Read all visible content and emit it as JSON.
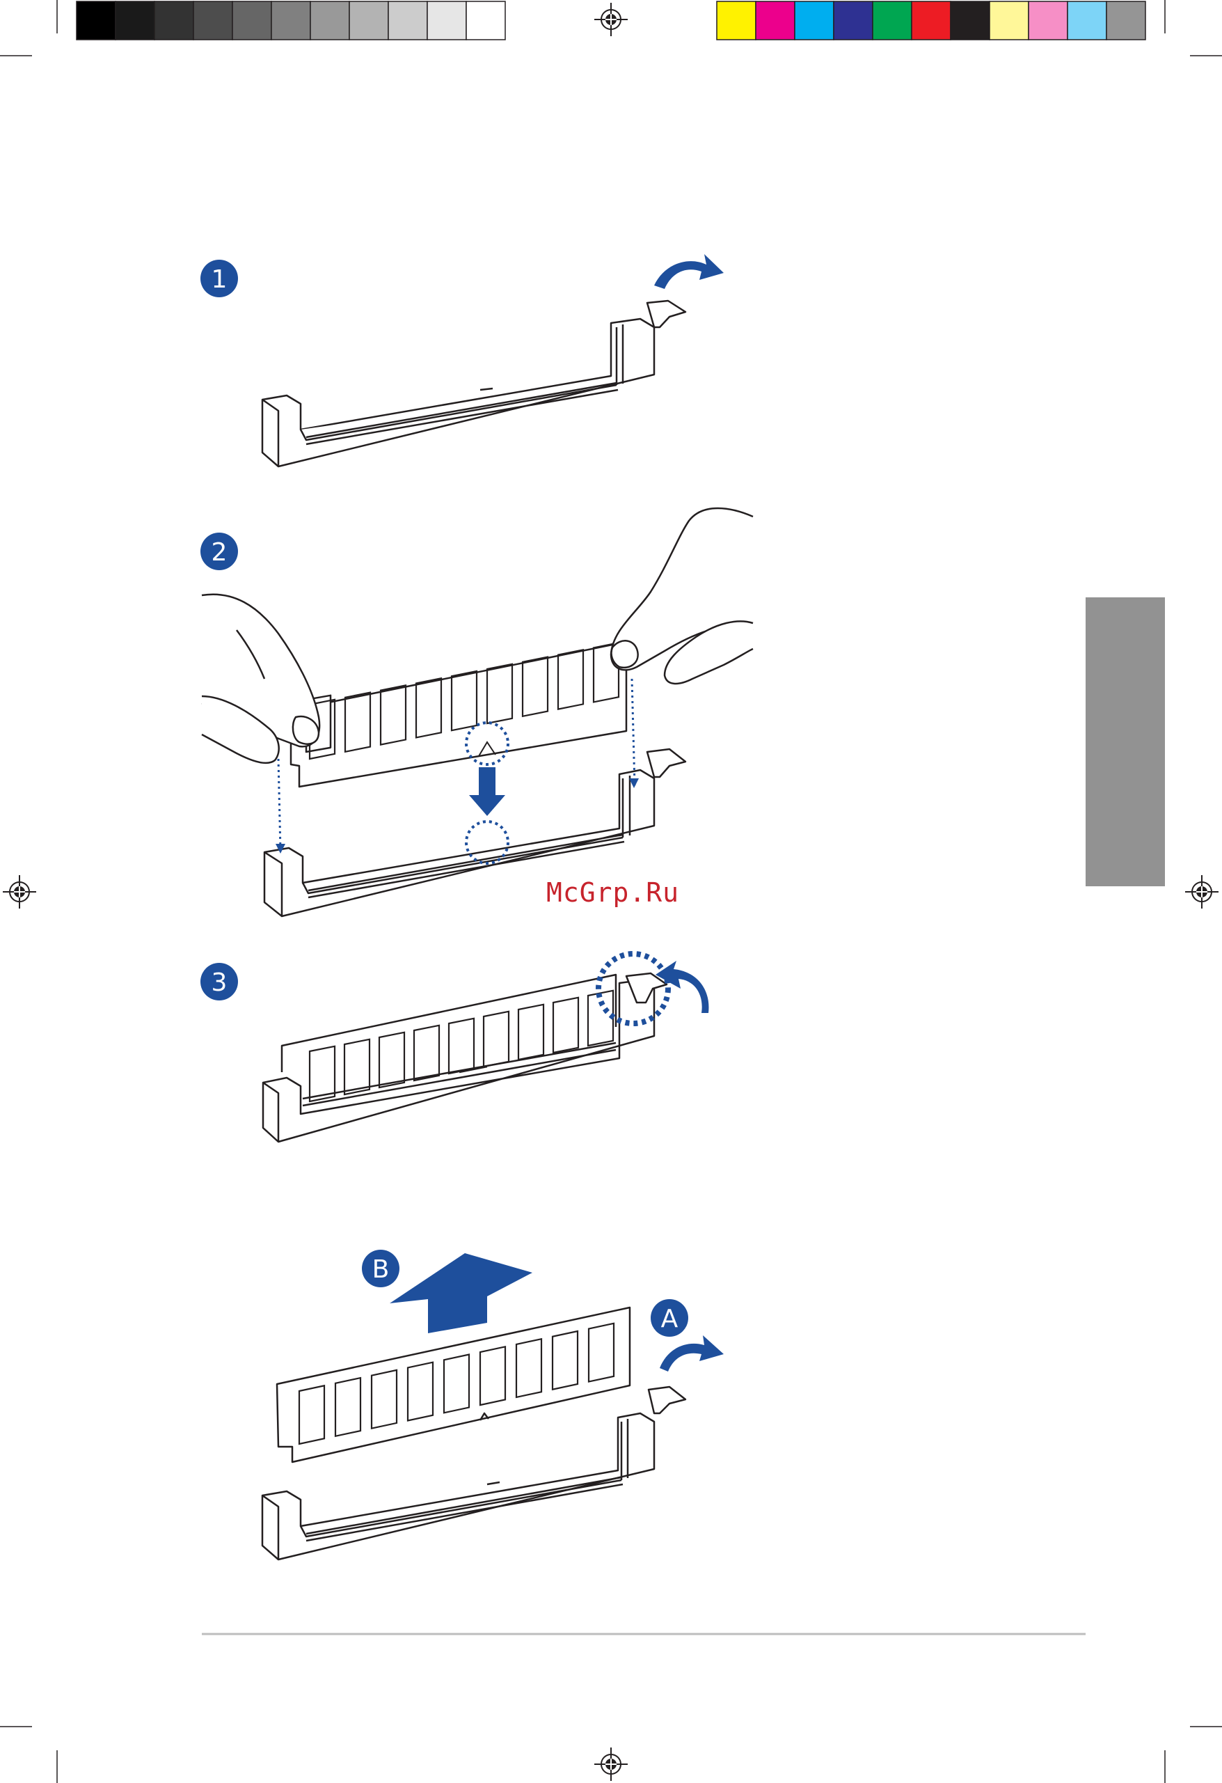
{
  "printer_marks": {
    "gray_swatches": [
      "#000000",
      "#1a1a1a",
      "#333333",
      "#4d4d4d",
      "#666666",
      "#808080",
      "#999999",
      "#b3b3b3",
      "#cccccc",
      "#e6e6e6",
      "#ffffff"
    ],
    "color_swatches": [
      "#fff200",
      "#ec008c",
      "#00aeef",
      "#2e3192",
      "#00a651",
      "#ed1c24",
      "#231f20",
      "#fff799",
      "#f68fc6",
      "#7dd4f7",
      "#959595"
    ]
  },
  "steps": [
    {
      "label": "1"
    },
    {
      "label": "2"
    },
    {
      "label": "3"
    }
  ],
  "removal": {
    "label_a": "A",
    "label_b": "B"
  },
  "watermark": "McGrp.Ru",
  "colors": {
    "accent_blue": "#1e4f9c",
    "line": "#231f20",
    "side_tab": "#929292",
    "watermark": "#c7232c"
  }
}
